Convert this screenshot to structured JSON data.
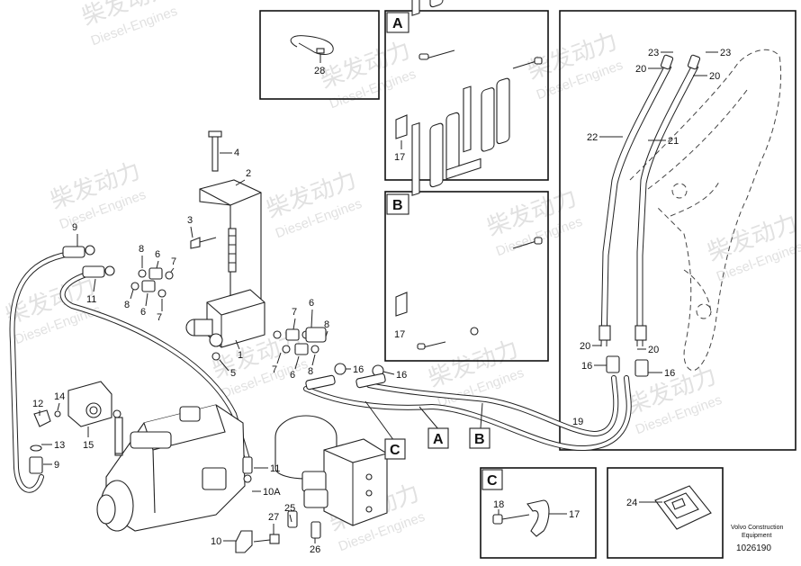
{
  "watermark": {
    "brand": "柴发动力",
    "sub": "Diesel-Engines"
  },
  "detail_letters": [
    "A",
    "B",
    "C"
  ],
  "callout_letters": [
    "C",
    "A",
    "B"
  ],
  "part_labels": {
    "p1": "1",
    "p2": "2",
    "p3": "3",
    "p4": "4",
    "p5": "5",
    "p6a": "6",
    "p6b": "6",
    "p6c": "6",
    "p6d": "6",
    "p7a": "7",
    "p7b": "7",
    "p7c": "7",
    "p7d": "7",
    "p8a": "8",
    "p8b": "8",
    "p8c": "8",
    "p8d": "8",
    "p9a": "9",
    "p9b": "9",
    "p10": "10",
    "p10a": "10A",
    "p11a": "11",
    "p11b": "11",
    "p12": "12",
    "p13": "13",
    "p14": "14",
    "p15": "15",
    "p16a": "16",
    "p16b": "16",
    "p16c": "16",
    "p16d": "16",
    "p17a": "17",
    "p17b": "17",
    "p17c": "17",
    "p18": "18",
    "p19": "19",
    "p20a": "20",
    "p20b": "20",
    "p20c": "20",
    "p20d": "20",
    "p21": "21",
    "p22": "22",
    "p23a": "23",
    "p23b": "23",
    "p24": "24",
    "p25": "25",
    "p26": "26",
    "p27": "27",
    "p28": "28"
  },
  "footer": {
    "brand_line1": "Volvo Construction",
    "brand_line2": "Equipment",
    "ref_number": "1026190"
  }
}
